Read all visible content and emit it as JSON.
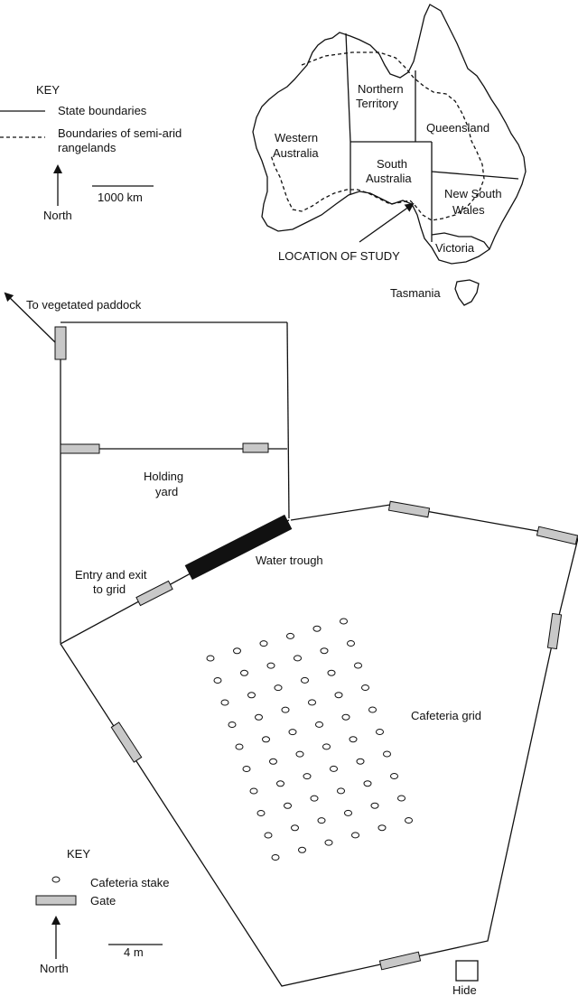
{
  "map": {
    "key_title": "KEY",
    "legend_state": "State boundaries",
    "legend_rangelands_line1": "Boundaries of semi-arid",
    "legend_rangelands_line2": "rangelands",
    "scale": "1000 km",
    "north": "North",
    "regions": {
      "northern_territory_line1": "Northern",
      "northern_territory_line2": "Territory",
      "queensland": "Queensland",
      "western_australia_line1": "Western",
      "western_australia_line2": "Australia",
      "south_australia_line1": "South",
      "south_australia_line2": "Australia",
      "nsw_line1": "New South",
      "nsw_line2": "Wales",
      "victoria": "Victoria",
      "tasmania": "Tasmania"
    },
    "location_of_study": "LOCATION OF STUDY"
  },
  "plan": {
    "to_paddock": "To vegetated paddock",
    "holding_yard_line1": "Holding",
    "holding_yard_line2": "yard",
    "water_trough": "Water trough",
    "entry_exit_line1": "Entry and exit",
    "entry_exit_line2": "to grid",
    "cafeteria_grid": "Cafeteria grid",
    "hide": "Hide",
    "key_title": "KEY",
    "legend_stake": "Cafeteria stake",
    "legend_gate": "Gate",
    "scale": "4 m",
    "north": "North"
  },
  "colors": {
    "ink": "#111111",
    "gate_fill": "#c8c8c8",
    "trough_fill": "#111111",
    "background": "#ffffff"
  }
}
